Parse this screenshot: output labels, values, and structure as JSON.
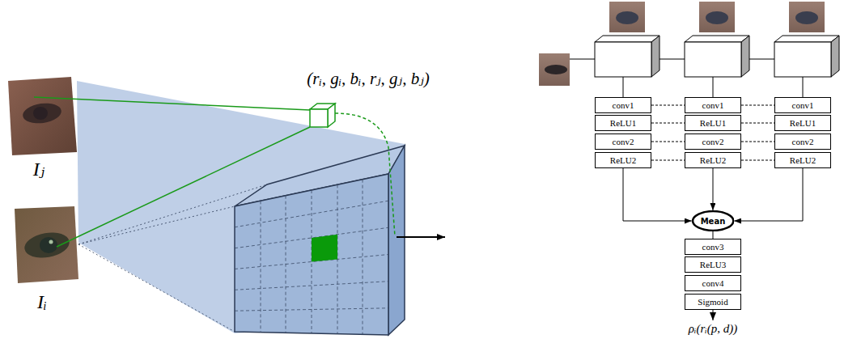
{
  "diagram": {
    "nodes": [
      {
        "text": [
          "conv1"
        ]
      },
      {
        "text": [
          "ReLU1"
        ]
      },
      {
        "text": [
          "conv2"
        ]
      },
      {
        "text": [
          "ReLU2"
        ]
      },
      {
        "text": [
          "conv1"
        ]
      },
      {
        "text": [
          "ReLU1"
        ]
      },
      {
        "text": [
          "conv2"
        ]
      },
      {
        "text": [
          "ReLU2"
        ]
      },
      {
        "text": [
          "conv1"
        ]
      },
      {
        "text": [
          "ReLU1"
        ]
      },
      {
        "text": [
          "conv2"
        ]
      },
      {
        "text": [
          "ReLU2"
        ]
      },
      {
        "text": [
          "Mean"
        ]
      },
      {
        "text": [
          "conv3"
        ]
      },
      {
        "text": [
          "ReLU3"
        ]
      },
      {
        "text": [
          "conv4"
        ]
      },
      {
        "text": [
          "Sigmoid"
        ]
      }
    ],
    "edges": [
      {
        "from": 0,
        "to": 4,
        "arrow": "none"
      },
      {
        "from": 4,
        "to": 8,
        "arrow": "none"
      },
      {
        "from": 1,
        "to": 5,
        "arrow": "none"
      },
      {
        "from": 5,
        "to": 9,
        "arrow": "none"
      },
      {
        "from": 2,
        "to": 6,
        "arrow": "none"
      },
      {
        "from": 6,
        "to": 10,
        "arrow": "none"
      },
      {
        "from": 3,
        "to": 7,
        "arrow": "none"
      },
      {
        "from": 7,
        "to": 11,
        "arrow": "none"
      },
      {
        "from": 3,
        "to": 12,
        "arrow": "to"
      },
      {
        "from": 7,
        "to": 12,
        "arrow": "to"
      },
      {
        "from": 11,
        "to": 12,
        "arrow": "to"
      },
      {
        "from": 12,
        "to": 13,
        "arrow": "none"
      }
    ],
    "labels": [
      "(rᵢ, gᵢ, bᵢ, rⱼ, gⱼ, bⱼ)",
      "Iⱼ",
      "Iᵢ",
      "ρᵢ(rᵢ(p, d))"
    ]
  }
}
